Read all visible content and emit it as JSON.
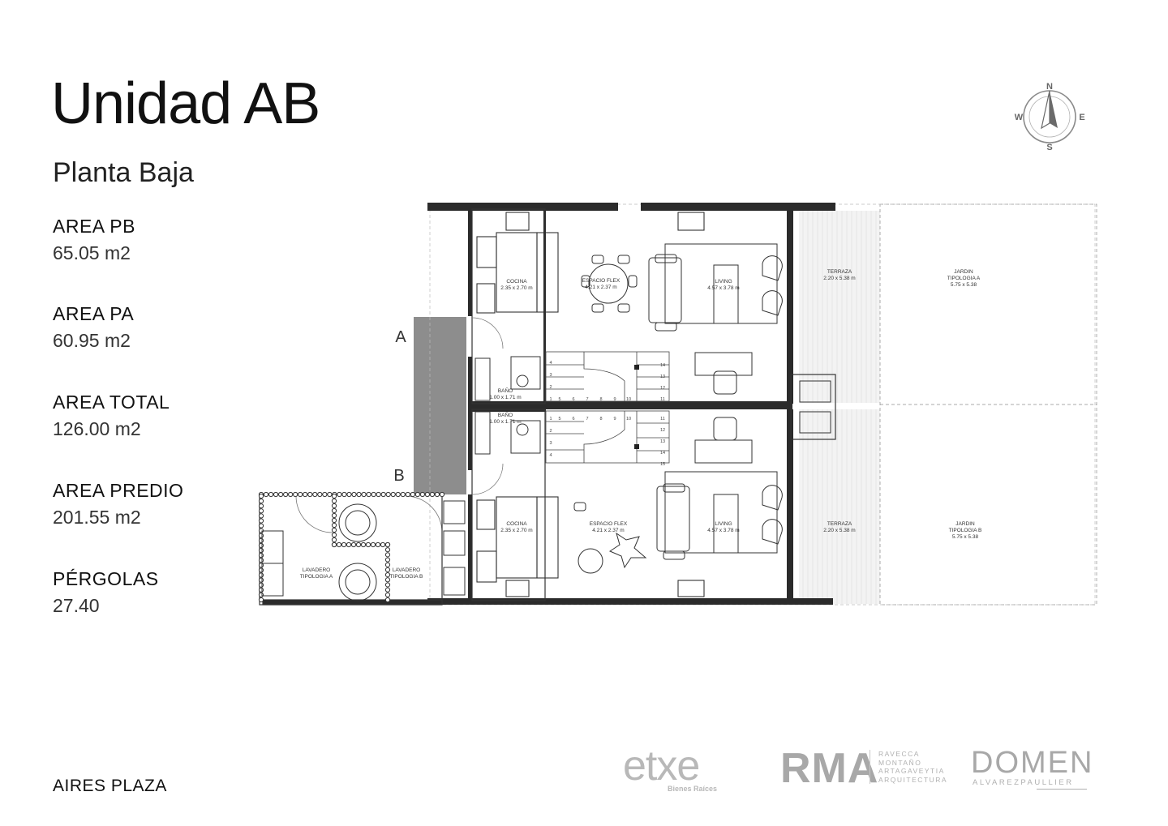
{
  "header": {
    "title": "Unidad AB",
    "subtitle": "Planta Baja"
  },
  "stats": [
    {
      "label": "AREA PB",
      "value": "65.05 m2"
    },
    {
      "label": "AREA PA",
      "value": "60.95 m2"
    },
    {
      "label": "AREA TOTAL",
      "value": "126.00 m2"
    },
    {
      "label": "AREA PREDIO",
      "value": "201.55 m2"
    },
    {
      "label": "PÉRGOLAS",
      "value": "27.40"
    }
  ],
  "footer": {
    "project": "AIRES PLAZA"
  },
  "compass": {
    "n": "N",
    "s": "S",
    "e": "E",
    "w": "W"
  },
  "plan": {
    "markers": {
      "a": "A",
      "b": "B"
    },
    "rooms": {
      "cocina_a": {
        "name": "COCINA",
        "dims": "2.35 x 2.70 m"
      },
      "flex_a": {
        "name": "ESPACIO FLEX",
        "dims": "4.21 x 2.37 m"
      },
      "living_a": {
        "name": "LIVING",
        "dims": "4.57 x 3.78 m"
      },
      "terraza_a": {
        "name": "TERRAZA",
        "dims": "2.20 x 5.38 m"
      },
      "jardin_a": {
        "name": "JARDIN",
        "sub": "TIPOLOGIA A",
        "dims": "5.75 x 5.38"
      },
      "bano_a": {
        "name": "BAÑO",
        "dims": "1.00 x 1.71 m"
      },
      "bano_b": {
        "name": "BAÑO",
        "dims": "1.00 x 1.71 m"
      },
      "cocina_b": {
        "name": "COCINA",
        "dims": "2.35 x 2.70 m"
      },
      "flex_b": {
        "name": "ESPACIO FLEX",
        "dims": "4.21 x 2.37 m"
      },
      "living_b": {
        "name": "LIVING",
        "dims": "4.57 x 3.78 m"
      },
      "terraza_b": {
        "name": "TERRAZA",
        "dims": "2.20 x 5.38 m"
      },
      "jardin_b": {
        "name": "JARDIN",
        "sub": "TIPOLOGIA B",
        "dims": "5.75 x 5.38"
      },
      "lav_a": {
        "name": "LAVADERO",
        "sub": "TIPOLOGIA A"
      },
      "lav_b": {
        "name": "LAVADERO",
        "sub": "TIPOLOGIA B"
      }
    },
    "stairs_a": [
      "1",
      "2",
      "3",
      "4",
      "5",
      "6",
      "7",
      "8",
      "9",
      "10",
      "11",
      "12",
      "13",
      "14"
    ],
    "stairs_b": [
      "1",
      "2",
      "3",
      "4",
      "5",
      "6",
      "7",
      "8",
      "9",
      "10",
      "11",
      "12",
      "13",
      "14",
      "15"
    ]
  },
  "logos": {
    "etxe": "etxe",
    "etxe_sub": "Bienes Raíces",
    "rma": "RMA",
    "rma_lines": [
      "RAVECCA",
      "MONTAÑO",
      "ARTAGAVEYTIA",
      "ARQUITECTURA"
    ],
    "domen": "DOMEN",
    "domen_sub": "ALVAREZPAULLIER"
  }
}
